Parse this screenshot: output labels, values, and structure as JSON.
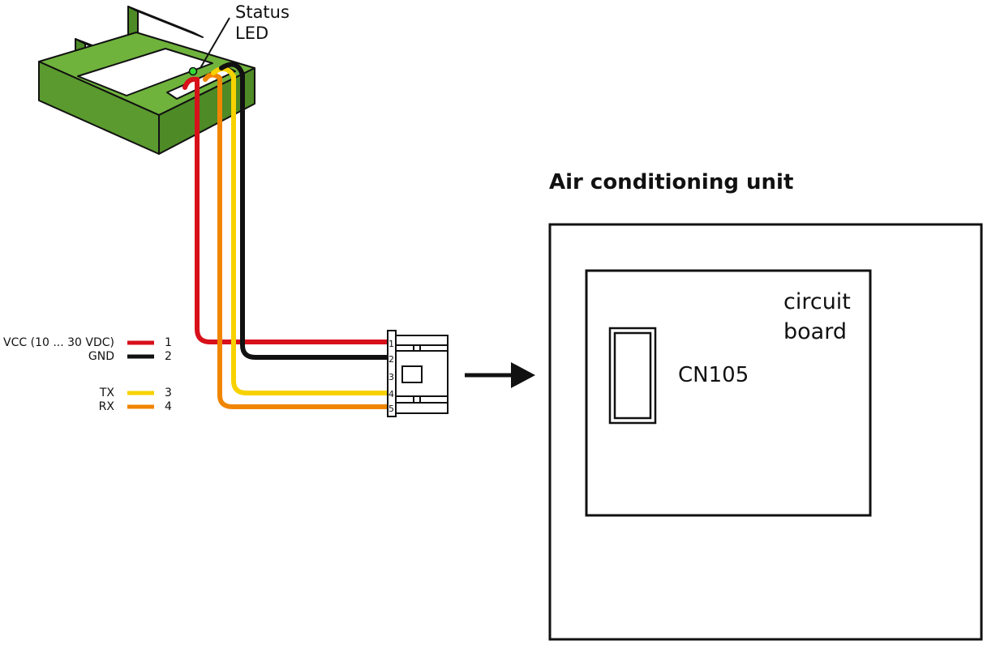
{
  "status_led_label": [
    "Status",
    "LED"
  ],
  "legend": [
    {
      "label": "VCC (10 ... 30 VDC)",
      "pin": "1",
      "color": "#d7101a"
    },
    {
      "label": "GND",
      "pin": "2",
      "color": "#111111"
    },
    {
      "label": "TX",
      "pin": "3",
      "color": "#f7d200"
    },
    {
      "label": "RX",
      "pin": "4",
      "color": "#f08500"
    }
  ],
  "connector_pins": [
    "1",
    "2",
    "3",
    "4",
    "5"
  ],
  "unit_title": "Air conditioning unit",
  "board_label": [
    "circuit",
    "board"
  ],
  "connector_label": "CN105",
  "colors": {
    "module_green": "#6fb33c",
    "module_green_dark": "#4e8a26",
    "led_green": "#33dd33",
    "arrow": "#111111"
  },
  "icons": [
    "adapter-module-icon",
    "connector-plug-icon",
    "arrow-right-icon"
  ]
}
